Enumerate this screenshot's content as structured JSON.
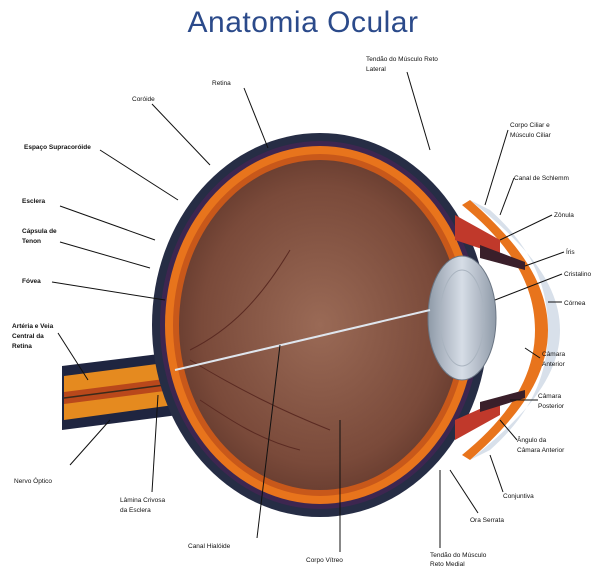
{
  "title": "Anatomia Ocular",
  "labels": {
    "coroide": "Coróide",
    "retina": "Retina",
    "tendao_reto_lateral_1": "Tendão do Músculo Reto",
    "tendao_reto_lateral_2": "Lateral",
    "espaco_supracoroide": "Espaço Supracoróide",
    "esclera": "Esclera",
    "capsula_tenon_1": "Cápsula de",
    "capsula_tenon_2": "Tenon",
    "fovea": "Fóvea",
    "arteria_veia_1": "Artéria e Veia",
    "arteria_veia_2": "Central da",
    "arteria_veia_3": "Retina",
    "nervo_optico": "Nervo Óptico",
    "lamina_crivosa_1": "Lâmina Crivosa",
    "lamina_crivosa_2": "da Esclera",
    "canal_hialoide": "Canal Hialóide",
    "corpo_vitreo": "Corpo Vítreo",
    "tendao_inferior_1": "Tendão do Músculo",
    "tendao_inferior_2": "Reto Medial",
    "ora_serrata": "Ora Serrata",
    "conjuntiva": "Conjuntiva",
    "angulo_camara_1": "Ângulo da",
    "angulo_camara_2": "Câmara Anterior",
    "camara_posterior_1": "Câmara",
    "camara_posterior_2": "Posterior",
    "camara_anterior_1": "Câmara",
    "camara_anterior_2": "Anterior",
    "cornea": "Córnea",
    "cristalino": "Cristalino",
    "iris": "Íris",
    "zonula": "Zônula",
    "canal_schlemm": "Canal de Schlemm",
    "corpo_ciliar_1": "Corpo Ciliar e",
    "corpo_ciliar_2": "Músculo Ciliar"
  },
  "colors": {
    "title": "#2b4a8a",
    "sclera": "#262d45",
    "choroid": "#e8741c",
    "retina": "#c8581a",
    "vitreous": "#7a4a3a",
    "lens": "#b9c3cf",
    "cornea": "#dfe6f0"
  }
}
